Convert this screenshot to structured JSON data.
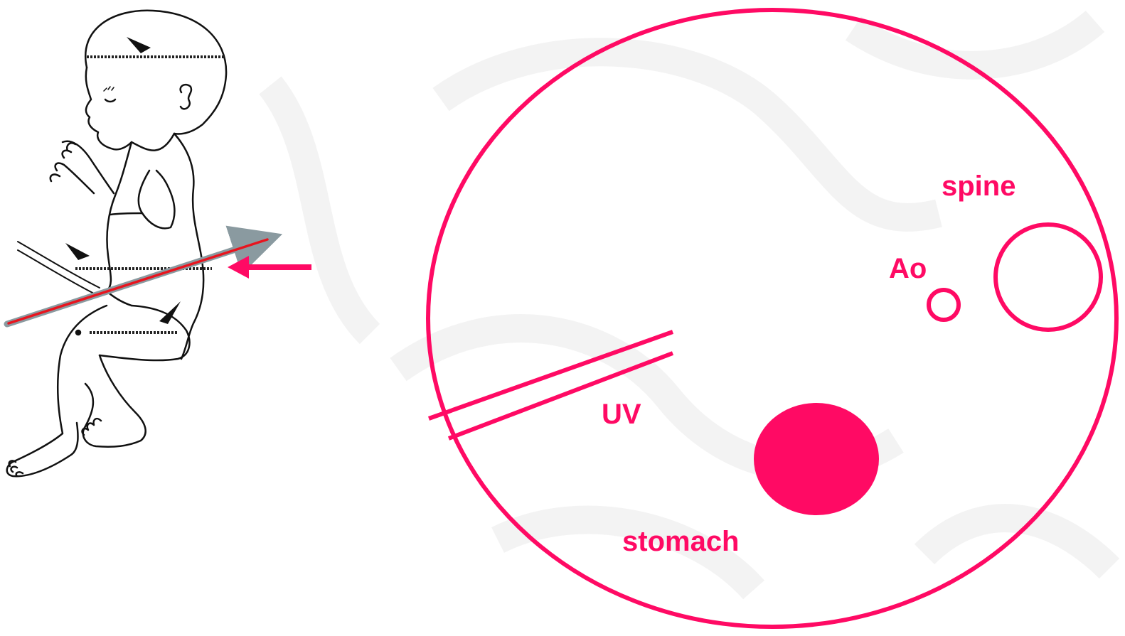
{
  "colors": {
    "accent": "#ff0a64",
    "line_art": "#111111",
    "plane_gray": "#8a9aa0",
    "plane_red": "#e8141e",
    "watermark": "#f3f3f3"
  },
  "labels": {
    "spine": "spine",
    "aorta": "Ao",
    "umbilical_vein": "UV",
    "stomach": "stomach"
  },
  "icons": {
    "indicator_arrow": "left-arrow-icon",
    "arrowheads": "chevron-marker-icon"
  }
}
